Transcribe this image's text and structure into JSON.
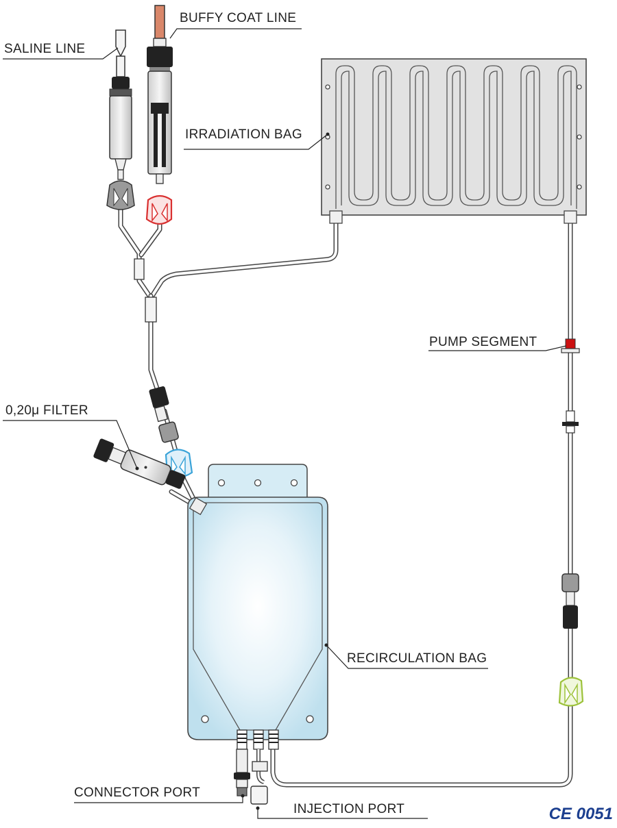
{
  "labels": {
    "buffy_coat_line": "BUFFY COAT LINE",
    "saline_line": "SALINE LINE",
    "irradiation_bag": "IRRADIATION BAG",
    "pump_segment": "PUMP SEGMENT",
    "filter": "0,20μ FILTER",
    "recirculation_bag": "RECIRCULATION BAG",
    "connector_port": "CONNECTOR PORT",
    "injection_port": "INJECTION PORT"
  },
  "certification": "CE 0051",
  "colors": {
    "buffy_coat_clamp": "#d93030",
    "buffy_coat_spike": "#d9876a",
    "filter_clamp": "#3aa3d8",
    "return_clamp": "#9cc23a",
    "pump_segment": "#cc1111",
    "bag_fill": "#d6ecf5",
    "irradiation_fill": "#e2e2e2",
    "ce_mark": "#1c3f8f"
  }
}
